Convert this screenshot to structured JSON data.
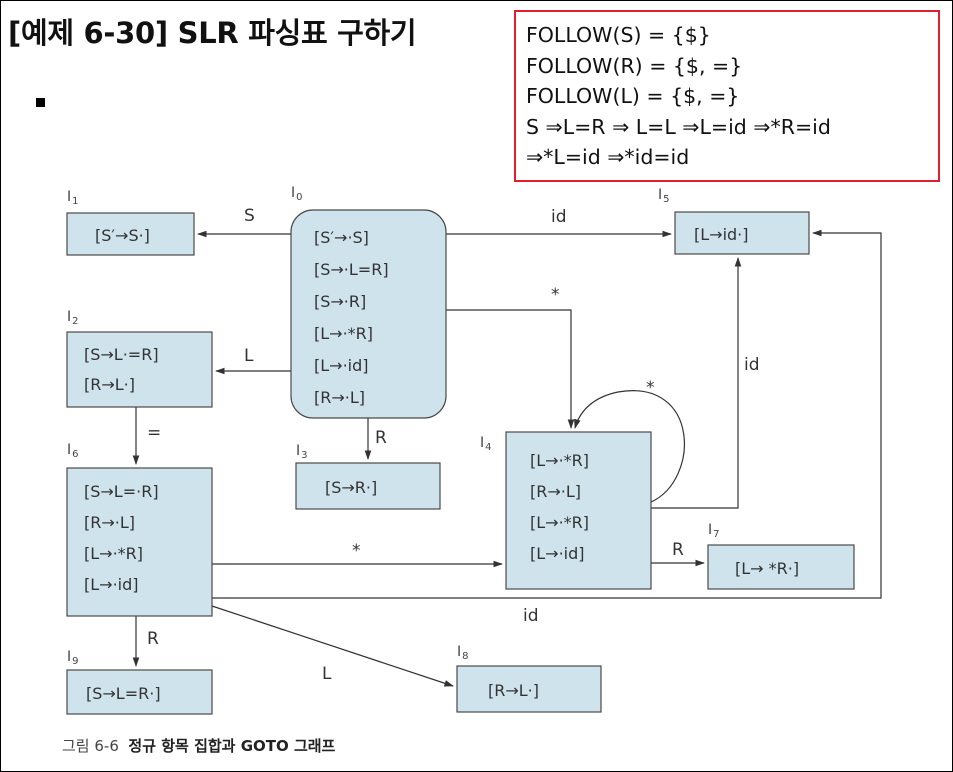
{
  "title": "[예제 6-30] SLR 파싱표 구하기",
  "follow_box": {
    "lines": [
      "FOLLOW(S)  = {$}",
      "FOLLOW(R)  = {$, =}",
      "FOLLOW(L)  = {$, =}",
      "S ⇒L=R ⇒ L=L ⇒L=id ⇒*R=id",
      "⇒*L=id ⇒*id=id"
    ]
  },
  "caption": {
    "label": "그림 6-6",
    "text": "정규 항목 집합과 GOTO 그래프"
  },
  "diagram": {
    "states": [
      {
        "id": "I0",
        "name": "I",
        "sub": "0",
        "items": [
          "[S′→·S]",
          "[S→·L=R]",
          "[S→·R]",
          "[L→·*R]",
          "[L→·id]",
          "[R→·L]"
        ]
      },
      {
        "id": "I1",
        "name": "I",
        "sub": "1",
        "items": [
          "[S′→S·]"
        ]
      },
      {
        "id": "I2",
        "name": "I",
        "sub": "2",
        "items": [
          "[S→L·=R]",
          "[R→L·]"
        ]
      },
      {
        "id": "I3",
        "name": "I",
        "sub": "3",
        "items": [
          "[S→R·]"
        ]
      },
      {
        "id": "I4",
        "name": "I",
        "sub": "4",
        "items": [
          "[L→·*R]",
          "[R→·L]",
          "[L→·*R]",
          "[L→·id]"
        ]
      },
      {
        "id": "I5",
        "name": "I",
        "sub": "5",
        "items": [
          "[L→id·]"
        ]
      },
      {
        "id": "I6",
        "name": "I",
        "sub": "6",
        "items": [
          "[S→L=·R]",
          "[R→·L]",
          "[L→·*R]",
          "[L→·id]"
        ]
      },
      {
        "id": "I7",
        "name": "I",
        "sub": "7",
        "items": [
          "[L→ *R·]"
        ]
      },
      {
        "id": "I8",
        "name": "I",
        "sub": "8",
        "items": [
          "[R→L·]"
        ]
      },
      {
        "id": "I9",
        "name": "I",
        "sub": "9",
        "items": [
          "[S→L=R·]"
        ]
      }
    ],
    "edges": [
      {
        "from": "I0",
        "to": "I1",
        "label": "S"
      },
      {
        "from": "I0",
        "to": "I5",
        "label": "id"
      },
      {
        "from": "I0",
        "to": "I4",
        "label": "*"
      },
      {
        "from": "I0",
        "to": "I2",
        "label": "L"
      },
      {
        "from": "I0",
        "to": "I3",
        "label": "R"
      },
      {
        "from": "I2",
        "to": "I6",
        "label": "="
      },
      {
        "from": "I4",
        "to": "I4",
        "label": "*"
      },
      {
        "from": "I4",
        "to": "I5",
        "label": "id"
      },
      {
        "from": "I4",
        "to": "I7",
        "label": "R"
      },
      {
        "from": "I6",
        "to": "I4",
        "label": "*"
      },
      {
        "from": "I6",
        "to": "I5",
        "label": "id"
      },
      {
        "from": "I6",
        "to": "I9",
        "label": "R"
      },
      {
        "from": "I6",
        "to": "I8",
        "label": "L"
      }
    ]
  },
  "colors": {
    "node_fill": "#cfe3ed",
    "node_stroke": "#4a4a4a",
    "follow_border": "#e02030"
  }
}
